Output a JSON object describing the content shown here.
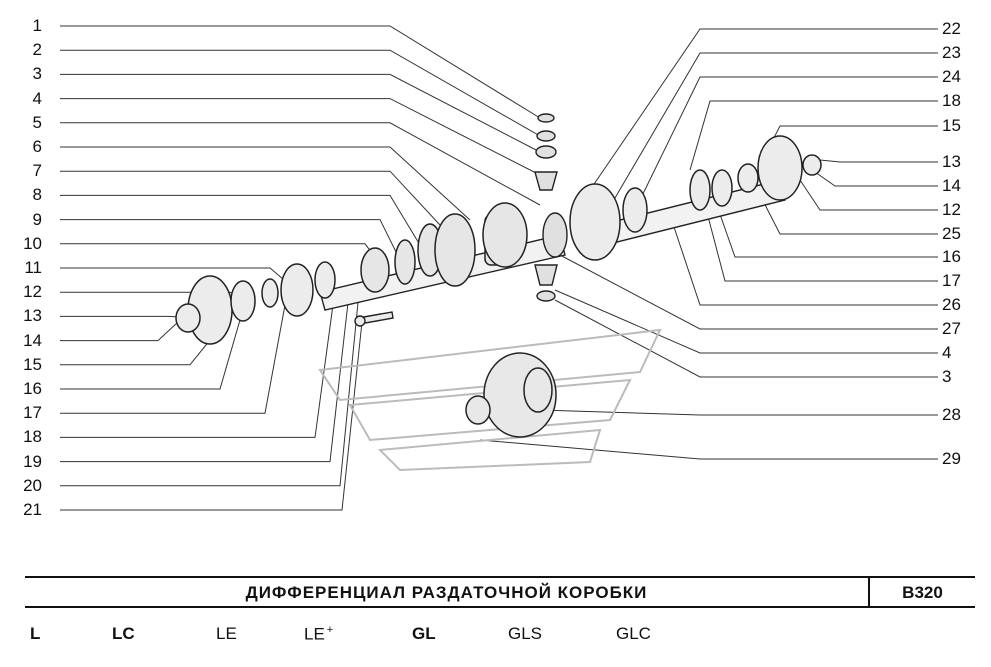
{
  "labels_left": [
    "1",
    "2",
    "3",
    "4",
    "5",
    "6",
    "7",
    "8",
    "9",
    "10",
    "11",
    "12",
    "13",
    "14",
    "15",
    "16",
    "17",
    "18",
    "19",
    "20",
    "21"
  ],
  "labels_right": [
    "22",
    "23",
    "24",
    "18",
    "15",
    "13",
    "14",
    "12",
    "25",
    "16",
    "17",
    "26",
    "27",
    "4",
    "3",
    "28",
    "29"
  ],
  "title": "ДИФФЕРЕНЦИАЛ РАЗДАТОЧНОЙ КОРОБКИ",
  "code": "B320",
  "variants": [
    {
      "label": "L",
      "bold": true
    },
    {
      "label": "LC",
      "bold": true
    },
    {
      "label": "LE",
      "bold": false
    },
    {
      "label": "LE",
      "suffix": "+",
      "bold": false
    },
    {
      "label": "GL",
      "bold": true
    },
    {
      "label": "GLS",
      "bold": false
    },
    {
      "label": "GLC",
      "bold": false
    }
  ]
}
